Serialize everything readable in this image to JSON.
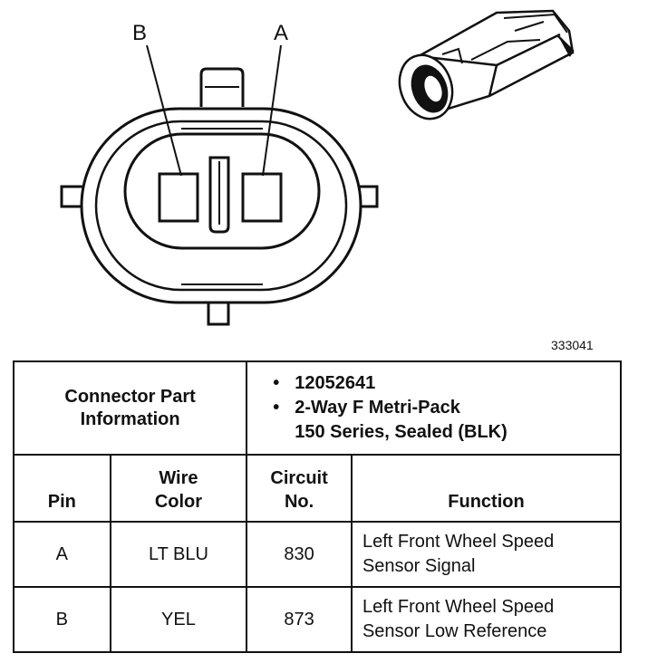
{
  "pins": {
    "a": "A",
    "b": "B"
  },
  "figure_id": "333041",
  "connector": {
    "header": "Connector Part Information",
    "header_line1": "Connector Part",
    "header_line2": "Information",
    "bullet": "•",
    "part_number": "12052641",
    "description_line1": "2-Way F Metri-Pack",
    "description_line2": "150 Series, Sealed (BLK)"
  },
  "columns": {
    "pin": "Pin",
    "wire_color_1": "Wire",
    "wire_color_2": "Color",
    "circuit_1": "Circuit",
    "circuit_2": "No.",
    "function": "Function"
  },
  "rows": [
    {
      "pin": "A",
      "wire_color": "LT BLU",
      "circuit": "830",
      "function_line1": "Left Front Wheel Speed",
      "function_line2": "Sensor Signal"
    },
    {
      "pin": "B",
      "wire_color": "YEL",
      "circuit": "873",
      "function_line1": "Left Front Wheel Speed",
      "function_line2": "Sensor Low Reference"
    }
  ]
}
